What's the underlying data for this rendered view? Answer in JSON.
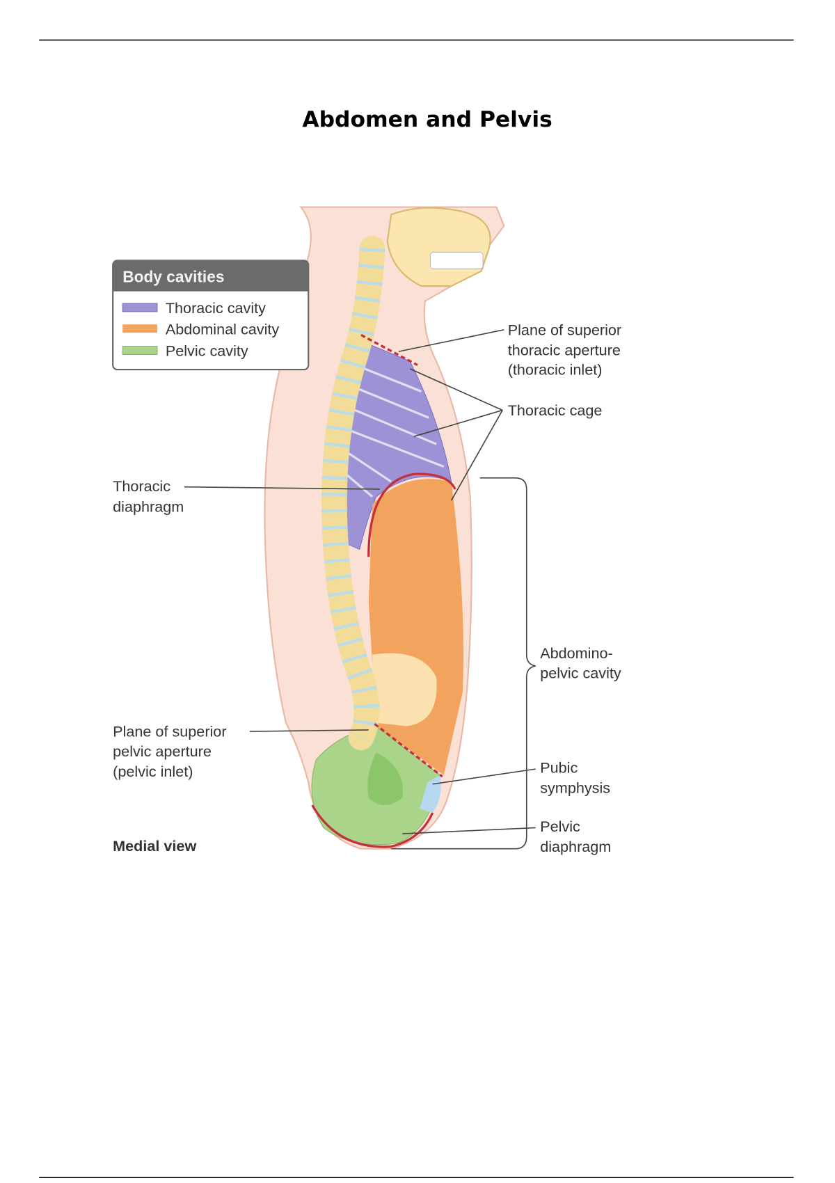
{
  "page": {
    "title": "Abdomen and Pelvis"
  },
  "figure": {
    "legend": {
      "title": "Body cavities",
      "items": [
        {
          "label": "Thoracic cavity",
          "color": "#9d92d6"
        },
        {
          "label": "Abdominal cavity",
          "color": "#f2a35e"
        },
        {
          "label": "Pelvic cavity",
          "color": "#a9d48a"
        }
      ]
    },
    "labels": {
      "superior_thoracic_1": "Plane of superior",
      "superior_thoracic_2": "thoracic aperture",
      "superior_thoracic_3": "(thoracic inlet)",
      "thoracic_cage": "Thoracic cage",
      "thoracic_diaphragm_1": "Thoracic",
      "thoracic_diaphragm_2": "diaphragm",
      "abdominopelvic_1": "Abdomino-",
      "abdominopelvic_2": "pelvic cavity",
      "superior_pelvic_1": "Plane of superior",
      "superior_pelvic_2": "pelvic aperture",
      "superior_pelvic_3": "(pelvic inlet)",
      "pubic_symphysis_1": "Pubic",
      "pubic_symphysis_2": "symphysis",
      "pelvic_diaphragm_1": "Pelvic",
      "pelvic_diaphragm_2": "diaphragm",
      "view": "Medial view"
    }
  }
}
